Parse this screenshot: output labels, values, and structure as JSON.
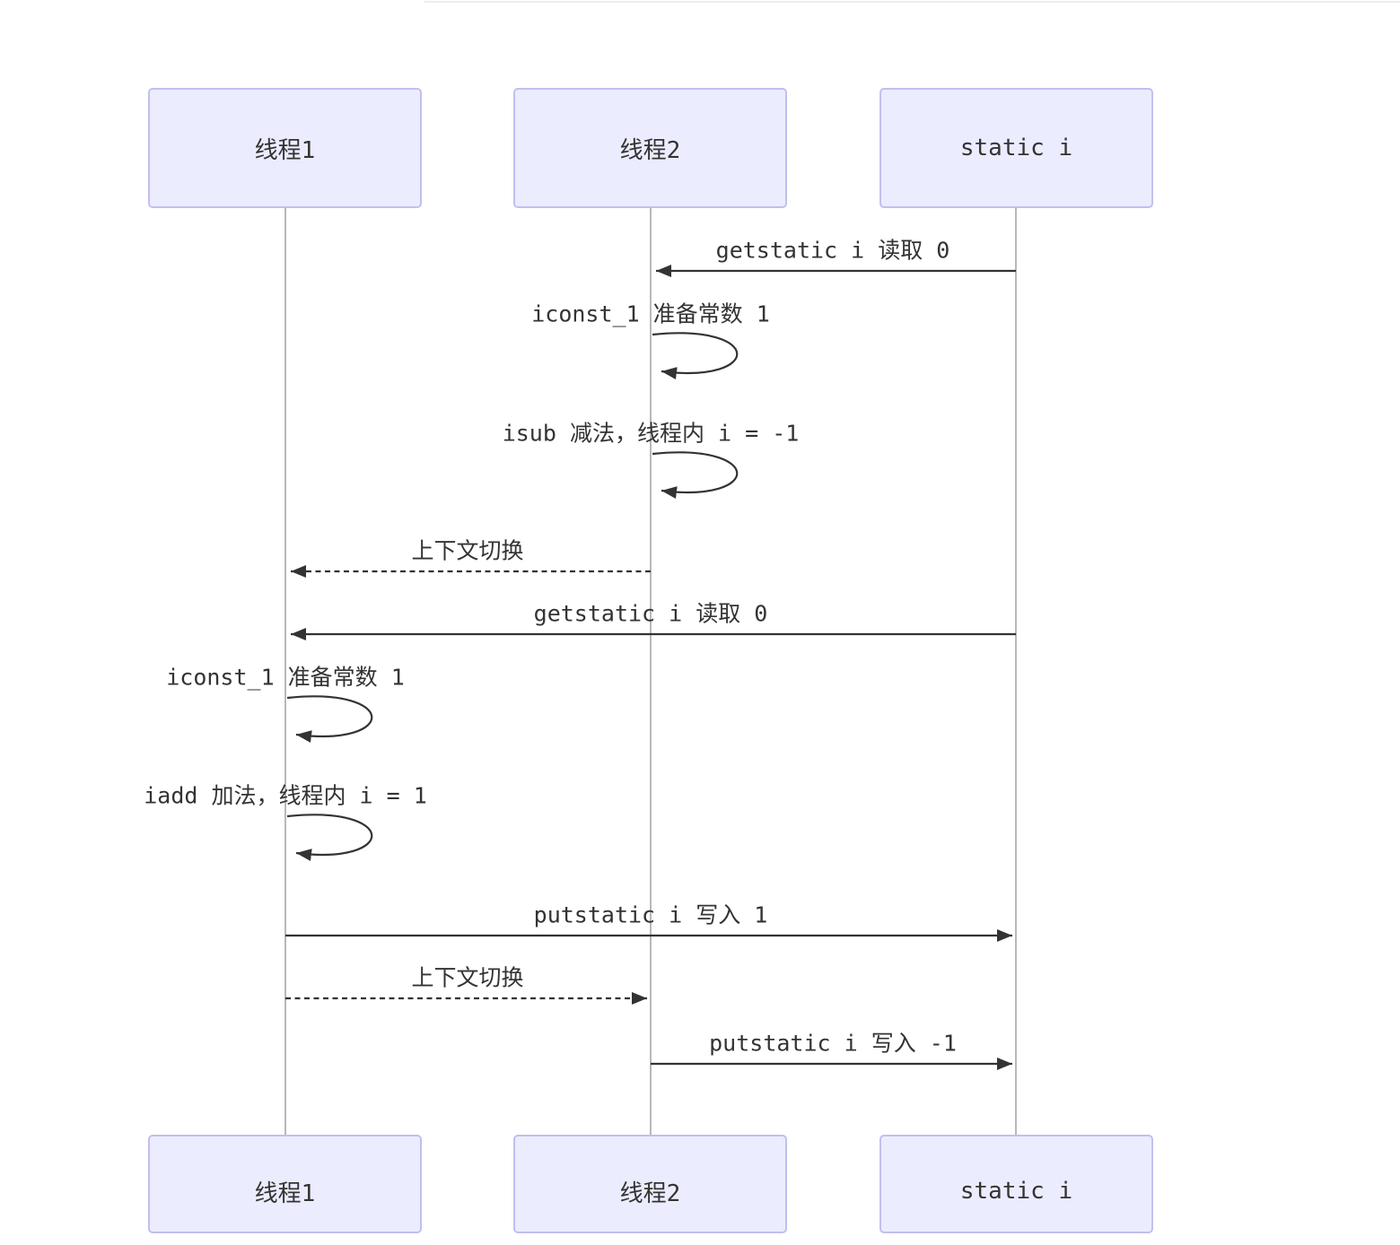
{
  "seq": {
    "actors": [
      {
        "label": "线程1"
      },
      {
        "label": "线程2"
      },
      {
        "label": "static i"
      }
    ],
    "messages": [
      {
        "label": "getstatic i 读取 0",
        "from": "static i",
        "to": "线程2",
        "line": "solid",
        "direction": "left"
      },
      {
        "label": "iconst_1 准备常数 1",
        "actor": "线程2",
        "line": "solid",
        "direction": "self"
      },
      {
        "label": "isub 减法，线程内 i = -1",
        "actor": "线程2",
        "line": "solid",
        "direction": "self"
      },
      {
        "label": "上下文切换",
        "from": "线程2",
        "to": "线程1",
        "line": "dashed",
        "direction": "left"
      },
      {
        "label": "getstatic i 读取 0",
        "from": "static i",
        "to": "线程1",
        "line": "solid",
        "direction": "left"
      },
      {
        "label": "iconst_1 准备常数 1",
        "actor": "线程1",
        "line": "solid",
        "direction": "self"
      },
      {
        "label": "iadd 加法，线程内 i = 1",
        "actor": "线程1",
        "line": "solid",
        "direction": "self"
      },
      {
        "label": "putstatic i 写入 1",
        "from": "线程1",
        "to": "static i",
        "line": "solid",
        "direction": "right"
      },
      {
        "label": "上下文切换",
        "from": "线程1",
        "to": "线程2",
        "line": "dashed",
        "direction": "right"
      },
      {
        "label": "putstatic i 写入 -1",
        "from": "线程2",
        "to": "static i",
        "line": "solid",
        "direction": "right"
      }
    ],
    "colors": {
      "actor_fill": "#ececff",
      "actor_border": "#c0c0ee",
      "signal_line": "#333333",
      "lifeline": "#999999",
      "text": "#333333",
      "background": "#ffffff"
    }
  }
}
